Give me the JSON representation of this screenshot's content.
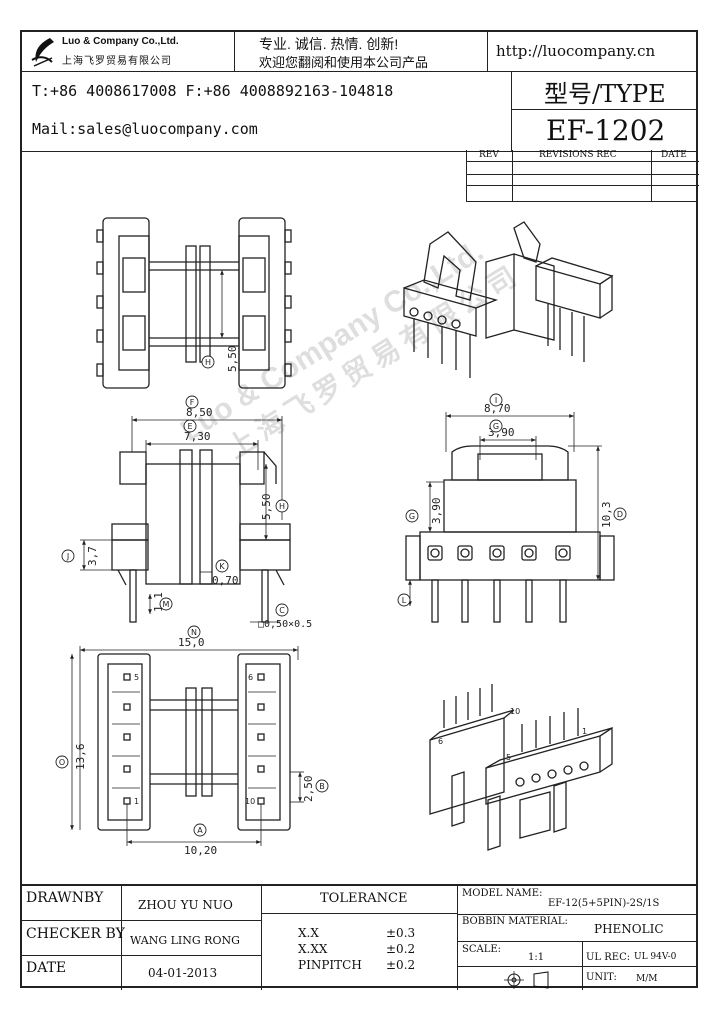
{
  "header": {
    "company_name": "Luo & Company Co.,Ltd.",
    "company_name_cn": "上海飞罗贸易有限公司",
    "slogan_line1": "专业. 诚信.  热情.  创新!",
    "slogan_line2": "欢迎您翻阅和使用本公司产品",
    "website": "http://luocompany.cn",
    "phone_fax": "T:+86 4008617008 F:+86 4008892163-104818",
    "email": "Mail:sales@luocompany.com",
    "type_label": "型号/TYPE",
    "model": "EF-1202"
  },
  "revisions": {
    "col_rev": "REV",
    "col_rec": "REVISIONS REC",
    "col_date": "DATE"
  },
  "dimensions": {
    "top_h": "5,50",
    "f": "8,50",
    "e": "7,30",
    "h": "5,50",
    "j": "3,7",
    "k": "0,70",
    "m": "1,1",
    "c": "□0,50×0.5",
    "i": "8,70",
    "g": "3,90",
    "g_side": "3,90",
    "d": "10,3",
    "n": "15,0",
    "o": "13,6",
    "b": "2,50",
    "a": "10,20"
  },
  "letters": {
    "H": "H",
    "F": "F",
    "E": "E",
    "J": "J",
    "K": "K",
    "M": "M",
    "C": "C",
    "I": "I",
    "G": "G",
    "D": "D",
    "L": "L",
    "N": "N",
    "O": "O",
    "B": "B",
    "A": "A"
  },
  "pins": {
    "p1": "1",
    "p5": "5",
    "p6": "6",
    "p10": "10"
  },
  "iso_pins": {
    "p6": "6",
    "p10": "10",
    "p5": "5",
    "p1": "1"
  },
  "watermark": {
    "line1": "Luo & Company Co.,Ltd.",
    "line2": "上海飞罗贸易有限公司"
  },
  "footer": {
    "drawn_by_label": "DRAWNBY",
    "drawn_by": "ZHOU YU NUO",
    "checker_label": "CHECKER BY",
    "checker": "WANG LING RONG",
    "date_label": "DATE",
    "date": "04-01-2013",
    "tolerance_label": "TOLERANCE",
    "tol1_key": "X.X",
    "tol1_val": "±0.3",
    "tol2_key": "X.XX",
    "tol2_val": "±0.2",
    "tol3_key": "PINPITCH",
    "tol3_val": "±0.2",
    "model_name_label": "MODEL NAME:",
    "model_name": "EF-12(5+5PIN)-2S/1S",
    "bobbin_label": "BOBBIN MATERIAL:",
    "bobbin": "PHENOLIC",
    "scale_label": "SCALE:",
    "scale": "1:1",
    "ul_label": "UL REC:",
    "ul": "UL 94V-0",
    "unit_label": "UNIT:",
    "unit": "M/M"
  }
}
